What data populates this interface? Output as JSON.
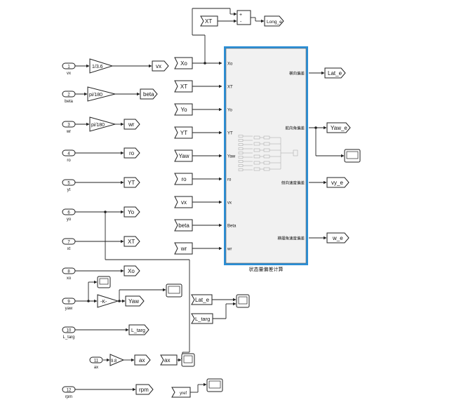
{
  "inports": [
    {
      "num": "1",
      "name": "vx"
    },
    {
      "num": "2",
      "name": "beta"
    },
    {
      "num": "3",
      "name": "wr"
    },
    {
      "num": "4",
      "name": "ro"
    },
    {
      "num": "5",
      "name": "yt"
    },
    {
      "num": "6",
      "name": "yo"
    },
    {
      "num": "7",
      "name": "xt"
    },
    {
      "num": "8",
      "name": "xo"
    },
    {
      "num": "9",
      "name": "yaw"
    },
    {
      "num": "10",
      "name": "L_targ"
    },
    {
      "num": "11",
      "name": "ax"
    },
    {
      "num": "12",
      "name": "rpm"
    }
  ],
  "gains": {
    "g1": "1/3.6",
    "g2": "pi/180",
    "g3": "pi/180",
    "g9": "-K-",
    "g11": "9.8"
  },
  "gotos": {
    "vx": "vx",
    "beta": "beta",
    "wr": "wr",
    "ro": "ro",
    "yt": "YT",
    "yo": "Yo",
    "xt": "XT",
    "xo": "Xo",
    "yaw": "Yaw",
    "ltarg": "L_targ",
    "ax": "ax",
    "rpm": "rpm"
  },
  "froms_left": [
    "Xo",
    "XT",
    "Yo",
    "YT",
    "Yaw",
    "ro",
    "vx",
    "beta",
    "wr"
  ],
  "top": {
    "from_xt": "XT",
    "sum_plus": "+",
    "sum_minus": "-",
    "goto_long": "Long_e"
  },
  "subsystem": {
    "title": "状态量偏差计算",
    "in_ports": [
      "Xo",
      "XT",
      "Yo",
      "YT",
      "Yaw",
      "ro",
      "vx",
      "Beta",
      "wr"
    ],
    "out_ports": [
      "横向偏差",
      "航向角偏差",
      "侧向速度偏差",
      "横摆角速度偏差"
    ]
  },
  "right_gotos": [
    "Lat_e",
    "Yaw_e",
    "vy_e",
    "w_e"
  ],
  "scope_froms": {
    "lat": "Lat_e",
    "ltarg": "L_targ",
    "ax": "ax",
    "yref": "yref"
  }
}
